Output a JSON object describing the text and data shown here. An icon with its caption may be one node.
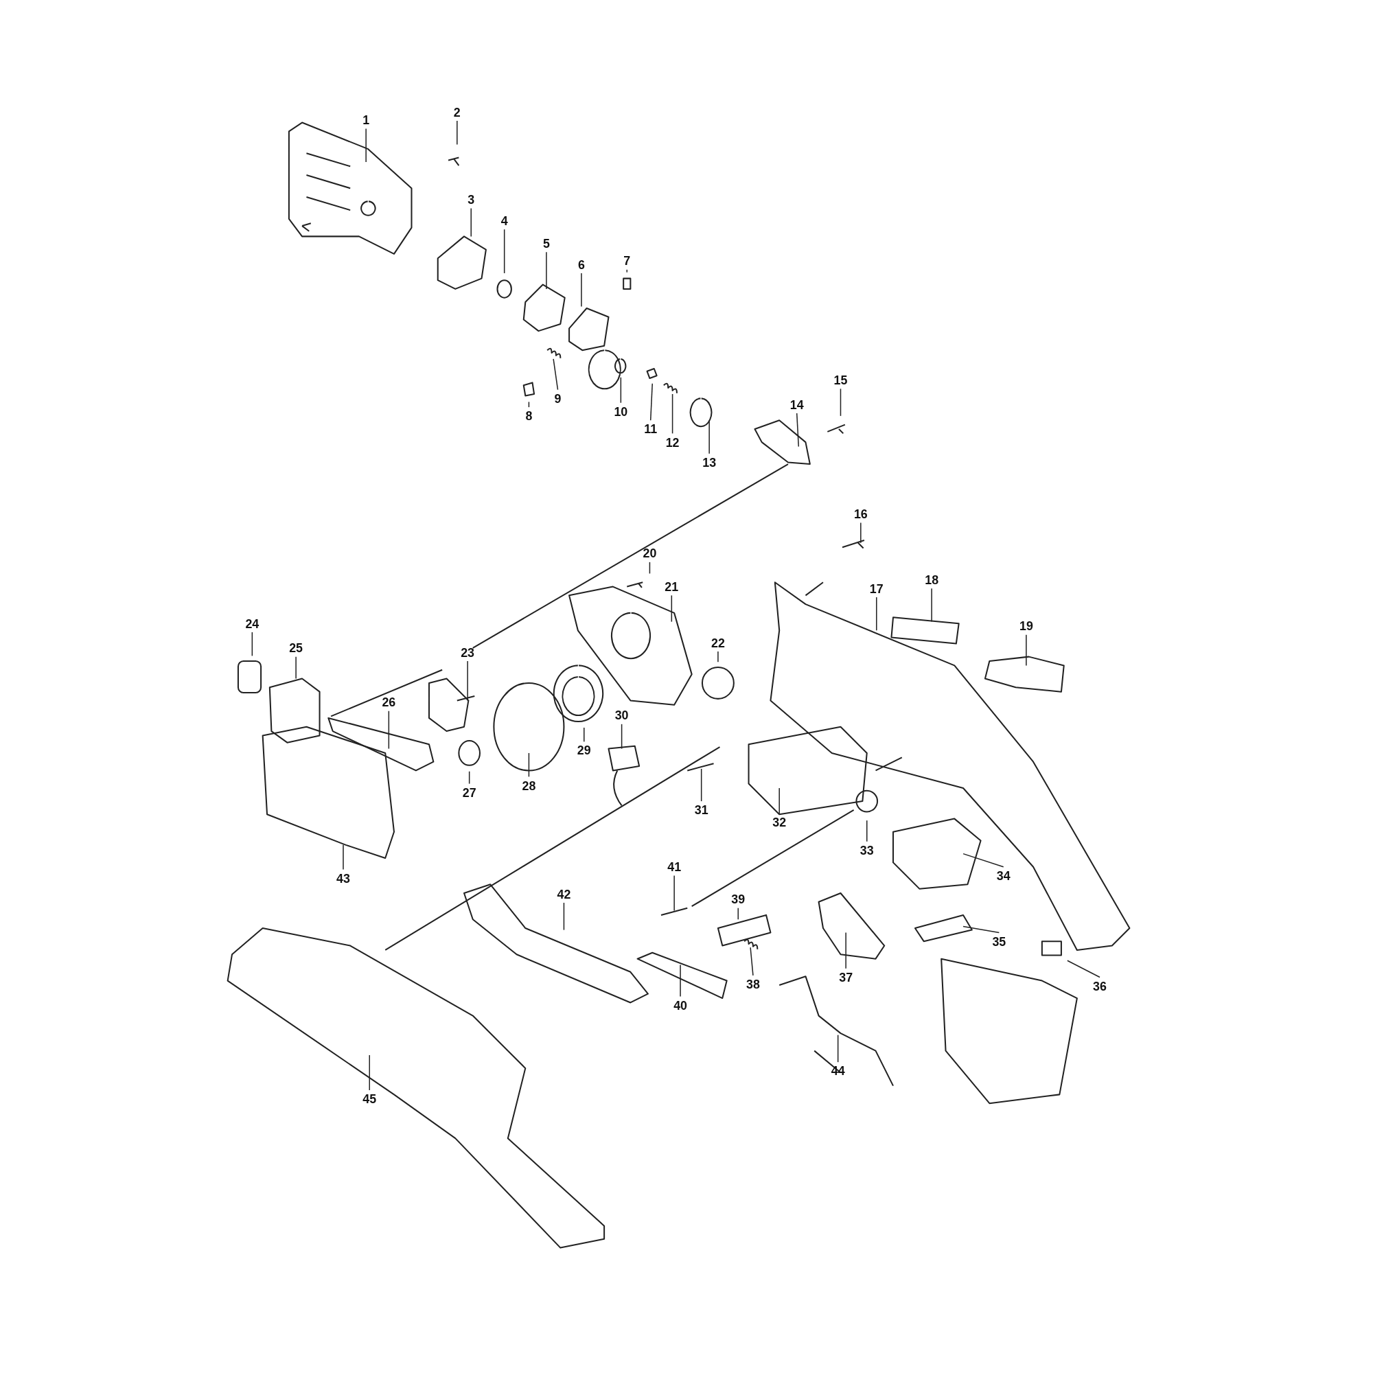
{
  "diagram": {
    "nodes": [
      {
        "text": [
          "1"
        ]
      },
      {
        "text": [
          "2"
        ]
      },
      {
        "text": [
          "3"
        ]
      },
      {
        "text": [
          "4"
        ]
      },
      {
        "text": [
          "5"
        ]
      },
      {
        "text": [
          "6"
        ]
      },
      {
        "text": [
          "7"
        ]
      },
      {
        "text": [
          "8"
        ]
      },
      {
        "text": [
          "9"
        ]
      },
      {
        "text": [
          "10"
        ]
      },
      {
        "text": [
          "11"
        ]
      },
      {
        "text": [
          "12"
        ]
      },
      {
        "text": [
          "13"
        ]
      },
      {
        "text": [
          "14"
        ]
      },
      {
        "text": [
          "15"
        ]
      },
      {
        "text": [
          "16"
        ]
      },
      {
        "text": [
          "17"
        ]
      },
      {
        "text": [
          "18"
        ]
      },
      {
        "text": [
          "19"
        ]
      },
      {
        "text": [
          "20"
        ]
      },
      {
        "text": [
          "21"
        ]
      },
      {
        "text": [
          "22"
        ]
      },
      {
        "text": [
          "23"
        ]
      },
      {
        "text": [
          "24"
        ]
      },
      {
        "text": [
          "25"
        ]
      },
      {
        "text": [
          "26"
        ]
      },
      {
        "text": [
          "27"
        ]
      },
      {
        "text": [
          "28"
        ]
      },
      {
        "text": [
          "29"
        ]
      },
      {
        "text": [
          "30"
        ]
      },
      {
        "text": [
          "31"
        ]
      },
      {
        "text": [
          "32"
        ]
      },
      {
        "text": [
          "33"
        ]
      },
      {
        "text": [
          "34"
        ]
      },
      {
        "text": [
          "35"
        ]
      },
      {
        "text": [
          "36"
        ]
      },
      {
        "text": [
          "37"
        ]
      },
      {
        "text": [
          "38"
        ]
      },
      {
        "text": [
          "39"
        ]
      },
      {
        "text": [
          "40"
        ]
      },
      {
        "text": [
          "41"
        ]
      },
      {
        "text": [
          "42"
        ]
      },
      {
        "text": [
          "43"
        ]
      },
      {
        "text": [
          "44"
        ]
      },
      {
        "text": [
          "45"
        ]
      }
    ],
    "edges": [
      {
        "from": 0,
        "to": null,
        "arrow": "none"
      },
      {
        "from": 1,
        "to": null,
        "arrow": "none"
      },
      {
        "from": 2,
        "to": null,
        "arrow": "none"
      },
      {
        "from": 3,
        "to": null,
        "arrow": "none"
      },
      {
        "from": 4,
        "to": null,
        "arrow": "none"
      },
      {
        "from": 5,
        "to": null,
        "arrow": "none"
      },
      {
        "from": 6,
        "to": null,
        "arrow": "none"
      },
      {
        "from": 7,
        "to": null,
        "arrow": "none"
      },
      {
        "from": 8,
        "to": null,
        "arrow": "none"
      },
      {
        "from": 9,
        "to": null,
        "arrow": "none"
      },
      {
        "from": 10,
        "to": null,
        "arrow": "none"
      },
      {
        "from": 11,
        "to": null,
        "arrow": "none"
      },
      {
        "from": 12,
        "to": null,
        "arrow": "none"
      },
      {
        "from": 13,
        "to": null,
        "arrow": "none"
      },
      {
        "from": 14,
        "to": null,
        "arrow": "none"
      },
      {
        "from": 15,
        "to": null,
        "arrow": "none"
      },
      {
        "from": 16,
        "to": null,
        "arrow": "none"
      },
      {
        "from": 17,
        "to": null,
        "arrow": "none"
      },
      {
        "from": 18,
        "to": null,
        "arrow": "none"
      },
      {
        "from": 19,
        "to": null,
        "arrow": "none"
      },
      {
        "from": 20,
        "to": null,
        "arrow": "none"
      },
      {
        "from": 21,
        "to": null,
        "arrow": "none"
      },
      {
        "from": 22,
        "to": null,
        "arrow": "none"
      },
      {
        "from": 23,
        "to": null,
        "arrow": "none"
      },
      {
        "from": 24,
        "to": null,
        "arrow": "none"
      },
      {
        "from": 25,
        "to": null,
        "arrow": "none"
      },
      {
        "from": 26,
        "to": null,
        "arrow": "none"
      },
      {
        "from": 27,
        "to": null,
        "arrow": "none"
      },
      {
        "from": 28,
        "to": null,
        "arrow": "none"
      },
      {
        "from": 29,
        "to": null,
        "arrow": "none"
      },
      {
        "from": 30,
        "to": null,
        "arrow": "none"
      },
      {
        "from": 31,
        "to": null,
        "arrow": "none"
      },
      {
        "from": 32,
        "to": null,
        "arrow": "none"
      },
      {
        "from": 33,
        "to": null,
        "arrow": "none"
      },
      {
        "from": 34,
        "to": null,
        "arrow": "none"
      },
      {
        "from": 35,
        "to": null,
        "arrow": "none"
      },
      {
        "from": 36,
        "to": null,
        "arrow": "none"
      },
      {
        "from": 37,
        "to": null,
        "arrow": "none"
      },
      {
        "from": 38,
        "to": null,
        "arrow": "none"
      },
      {
        "from": 39,
        "to": null,
        "arrow": "none"
      },
      {
        "from": 40,
        "to": null,
        "arrow": "none"
      },
      {
        "from": 41,
        "to": null,
        "arrow": "none"
      },
      {
        "from": 42,
        "to": null,
        "arrow": "none"
      },
      {
        "from": 43,
        "to": null,
        "arrow": "none"
      },
      {
        "from": 44,
        "to": null,
        "arrow": "none"
      }
    ]
  }
}
